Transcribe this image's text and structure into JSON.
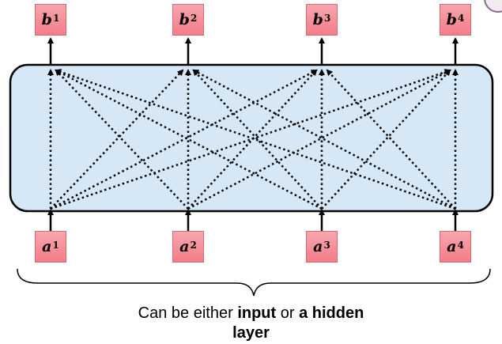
{
  "outputs": [
    {
      "letter": "b",
      "index": "1"
    },
    {
      "letter": "b",
      "index": "2"
    },
    {
      "letter": "b",
      "index": "3"
    },
    {
      "letter": "b",
      "index": "4"
    }
  ],
  "inputs": [
    {
      "letter": "a",
      "index": "1"
    },
    {
      "letter": "a",
      "index": "2"
    },
    {
      "letter": "a",
      "index": "3"
    },
    {
      "letter": "a",
      "index": "4"
    }
  ],
  "caption": {
    "prefix": "Can be either ",
    "bold1": "input",
    "middle": " or ",
    "bold2": "a hidden",
    "line2": "layer"
  },
  "colors": {
    "node_fill": "#f48a95",
    "box_fill": "#d6e8f6",
    "line": "#000000"
  }
}
